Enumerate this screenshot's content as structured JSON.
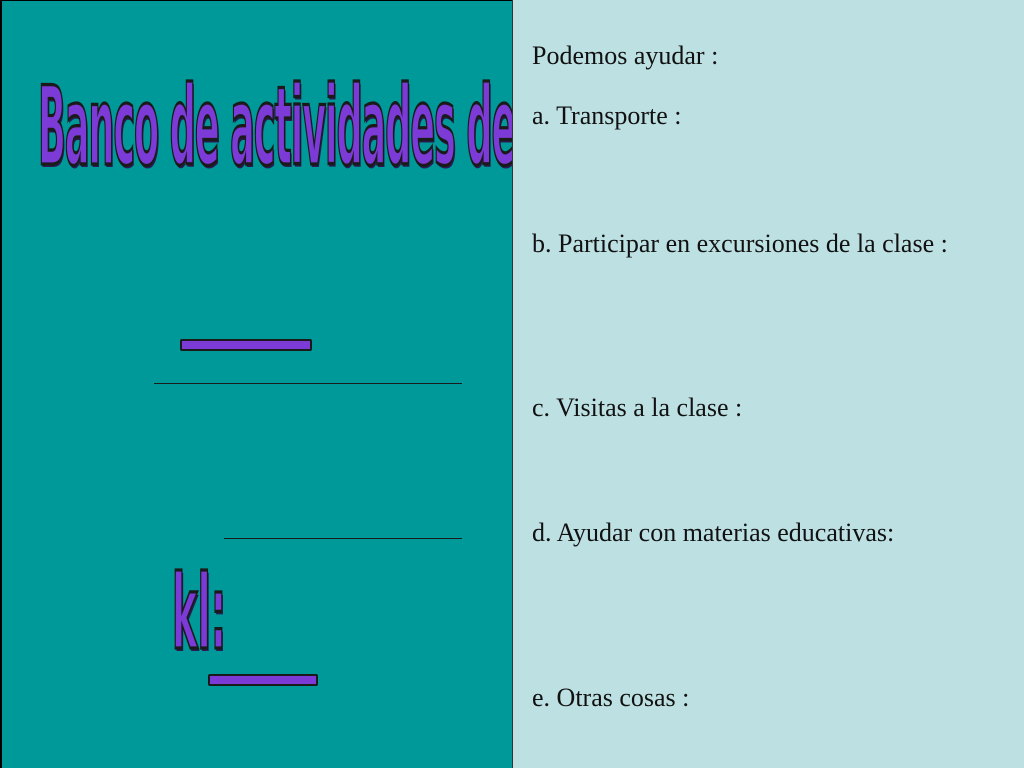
{
  "left": {
    "title": "Banco de actividades de padres",
    "dash": "____",
    "kl": "kl:",
    "underscore": "___"
  },
  "right": {
    "intro": "Podemos ayudar :",
    "items": [
      "a. Transporte :",
      "b. Participar en excursiones de la clase :",
      "c. Visitas a la clase :",
      "d. Ayudar con materias educativas:",
      "e. Otras cosas :"
    ]
  },
  "colors": {
    "left_bg": "#009999",
    "right_bg": "#bde0e3",
    "wordart": "#7c3bd6"
  }
}
